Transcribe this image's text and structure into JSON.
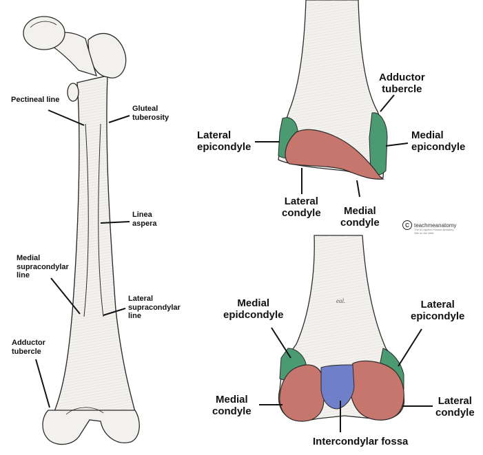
{
  "left": {
    "pectineal_line": "Pectineal line",
    "gluteal_tuberosity": [
      "Gluteal",
      "tuberosity"
    ],
    "linea_aspera": [
      "Linea",
      "aspera"
    ],
    "medial_supracondylar_line": [
      "Medial",
      "supracondylar",
      "line"
    ],
    "lateral_supracondylar_line": [
      "Lateral",
      "supracondylar",
      "line"
    ],
    "adductor_tubercle": [
      "Adductor",
      "tubercle"
    ]
  },
  "top_right": {
    "adductor_tubercle": [
      "Adductor",
      "tubercle"
    ],
    "lateral_epicondyle": [
      "Lateral",
      "epicondyle"
    ],
    "medial_epicondyle": [
      "Medial",
      "epicondyle"
    ],
    "lateral_condyle": [
      "Lateral",
      "condyle"
    ],
    "medial_condyle": [
      "Medial",
      "condyle"
    ]
  },
  "bottom_right": {
    "medial_epidcondyle": [
      "Medial",
      "epidcondyle"
    ],
    "lateral_epicondyle": [
      "Lateral",
      "epicondyle"
    ],
    "medial_condyle": [
      "Medial",
      "condyle"
    ],
    "lateral_condyle": [
      "Lateral",
      "condyle"
    ],
    "intercondylar_fossa": "Intercondylar fossa",
    "bone_inscription": "eal."
  },
  "watermark": {
    "symbol": "C",
    "name": "teachmeanatomy",
    "tagline": "The #1 Applied Human Anatomy Site on the Web."
  },
  "colors": {
    "epicondyle_green": "#4c9a72",
    "condyle_red": "#c7766e",
    "fossa_blue": "#6f7fc9",
    "bone_fill": "#f3f1ed",
    "line_ink": "#222222"
  }
}
